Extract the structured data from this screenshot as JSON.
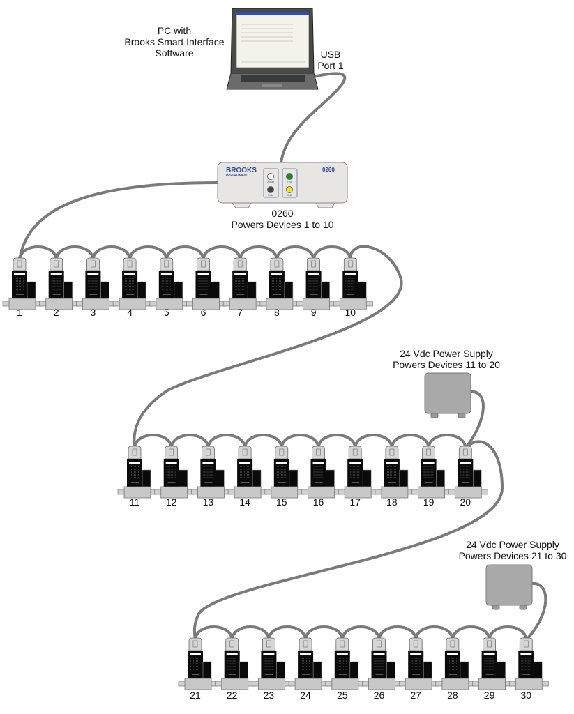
{
  "pc": {
    "label_lines": [
      "PC with",
      "Brooks Smart Interface",
      "Software"
    ],
    "usb_label_lines": [
      "USB",
      "Port 1"
    ]
  },
  "interface_box": {
    "brand": "BROOKS",
    "brand_sub": "INSTRUMENT",
    "model": "0260",
    "leds": [
      {
        "label": "24Vdc",
        "color": "#ffffff"
      },
      {
        "label": "5Vdc",
        "color": "#444444"
      },
      {
        "label": "TxD",
        "color": "#1a8a2a"
      },
      {
        "label": "RxD",
        "color": "#f2e21a"
      }
    ],
    "caption_lines": [
      "0260",
      "Powers Devices 1 to 10"
    ]
  },
  "power_supplies": [
    {
      "caption_lines": [
        "24 Vdc Power Supply",
        "Powers Devices 11 to 20"
      ]
    },
    {
      "caption_lines": [
        "24 Vdc Power Supply",
        "Powers Devices 21 to 30"
      ]
    }
  ],
  "rows": [
    {
      "devices": [
        "1",
        "2",
        "3",
        "4",
        "5",
        "6",
        "7",
        "8",
        "9",
        "10"
      ]
    },
    {
      "devices": [
        "11",
        "12",
        "13",
        "14",
        "15",
        "16",
        "17",
        "18",
        "19",
        "20"
      ]
    },
    {
      "devices": [
        "21",
        "22",
        "23",
        "24",
        "25",
        "26",
        "27",
        "28",
        "29",
        "30"
      ]
    }
  ],
  "colors": {
    "cable": "#7a7a7a",
    "device_body": "#0a0a0a",
    "device_base": "#c8c8c8",
    "power_supply": "#a9a9a9",
    "interface_box": "#e8e6e2",
    "brand_blue": "#2a4a9a"
  }
}
